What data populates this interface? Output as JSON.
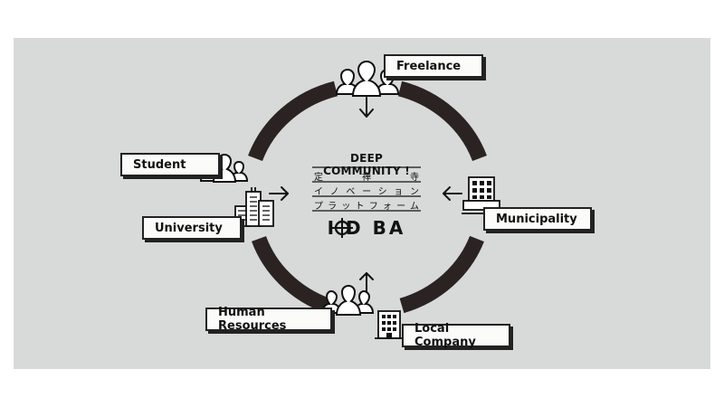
{
  "diagram": {
    "title": "DEEP COMMUNITY !",
    "jp_line1": "定 禅 寺",
    "jp_line2": "イノベーション",
    "jp_line3": "プラットフォーム",
    "logo": "I D BA"
  },
  "labels": {
    "freelance": "Freelance",
    "student": "Student",
    "university": "University",
    "municipality": "Municipality",
    "human_resources": "Human Resources",
    "local_company": "Local Company"
  }
}
